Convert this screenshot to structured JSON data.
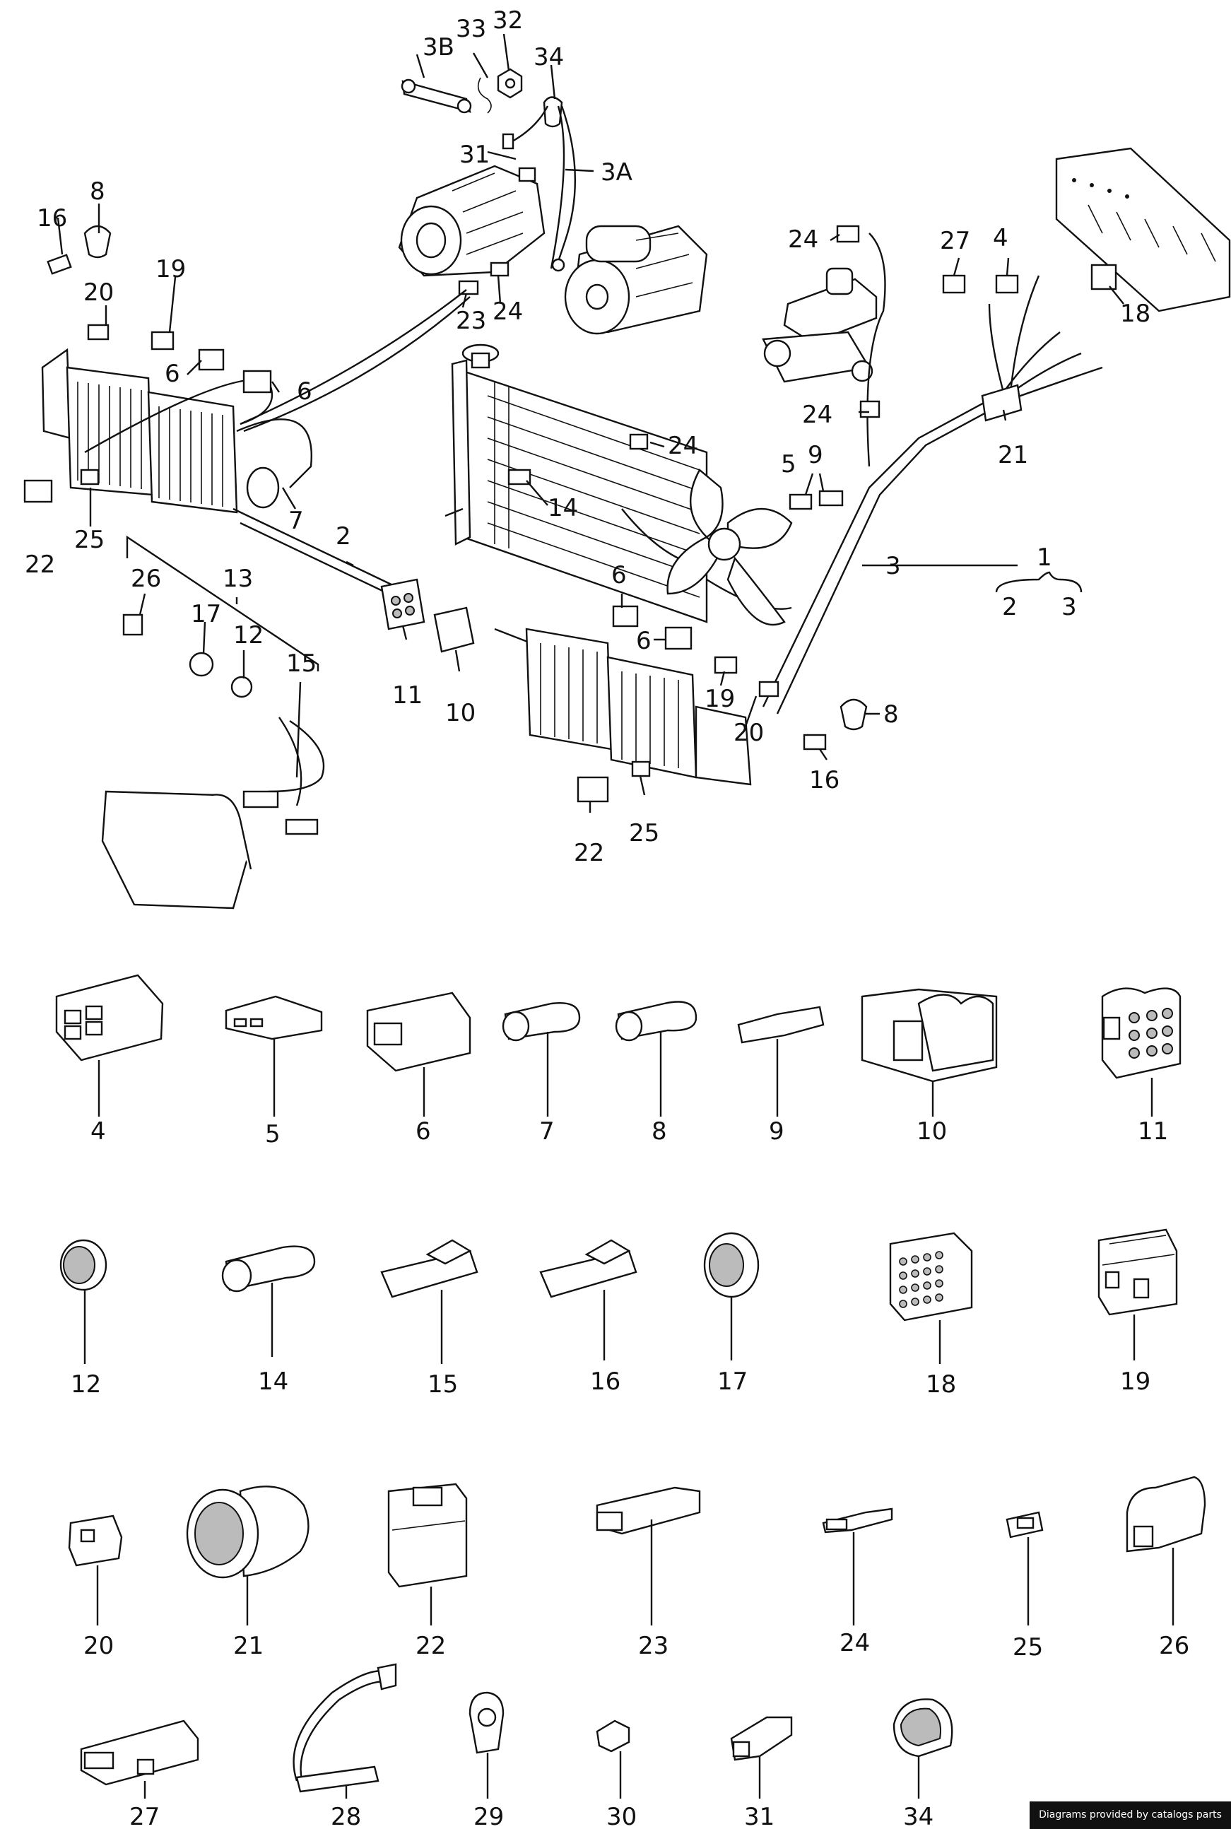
{
  "callouts": {
    "c1": "1",
    "c2": "2",
    "c3": "3",
    "c3a": "3A",
    "c3b": "3B",
    "c4": "4",
    "c5": "5",
    "c6": "6",
    "c7": "7",
    "c8": "8",
    "c9": "9",
    "c10": "10",
    "c11": "11",
    "c12": "12",
    "c13": "13",
    "c14": "14",
    "c15": "15",
    "c16": "16",
    "c17": "17",
    "c18": "18",
    "c19": "19",
    "c20": "20",
    "c21": "21",
    "c22": "22",
    "c23": "23",
    "c24": "24",
    "c25": "25",
    "c26": "26",
    "c27": "27",
    "c31": "31",
    "c32": "32",
    "c33": "33",
    "c34": "34"
  },
  "parts_legend": [
    "4",
    "5",
    "6",
    "7",
    "8",
    "9",
    "10",
    "11",
    "12",
    "14",
    "15",
    "16",
    "17",
    "18",
    "19",
    "20",
    "21",
    "22",
    "23",
    "24",
    "25",
    "26",
    "27",
    "28",
    "29",
    "30",
    "31",
    "34"
  ],
  "credit": "Diagrams provided by catalogs parts"
}
